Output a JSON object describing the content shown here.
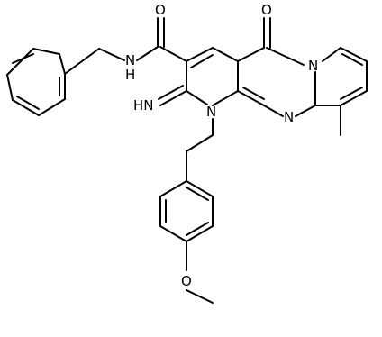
{
  "atoms": {
    "carbonyl_oxygen_amide": "O",
    "amide_nh": "N\nH",
    "ring_carbonyl_oxygen": "O",
    "pyrido_nitrogen": "N",
    "imine": "HN",
    "ring_nitrogen_1": "N",
    "ring_nitrogen_pyrimidine": "N",
    "ether_oxygen": "O"
  }
}
